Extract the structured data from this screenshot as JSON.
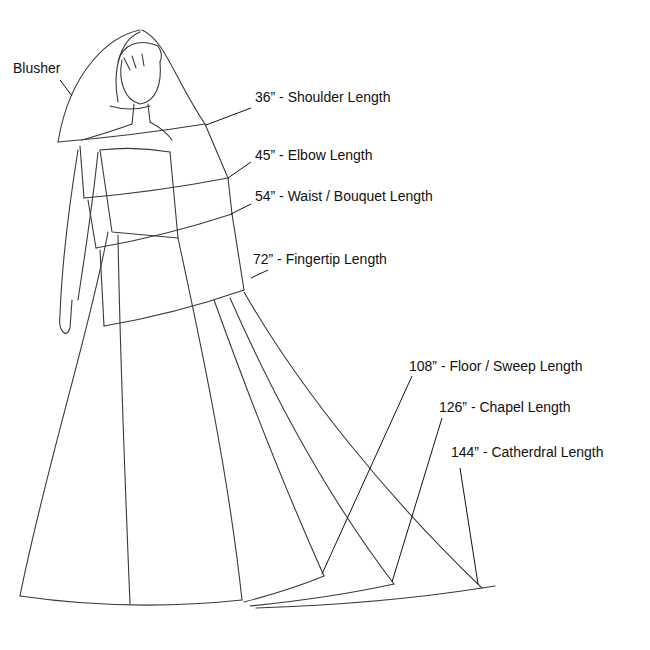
{
  "diagram": {
    "labels": [
      "Blusher",
      "36” - Shoulder Length",
      "45” - Elbow Length",
      "54” - Waist / Bouquet Length",
      "72” - Fingertip Length",
      "108” - Floor / Sweep Length",
      "126” - Chapel Length",
      "144” - Catherdral Length"
    ]
  }
}
